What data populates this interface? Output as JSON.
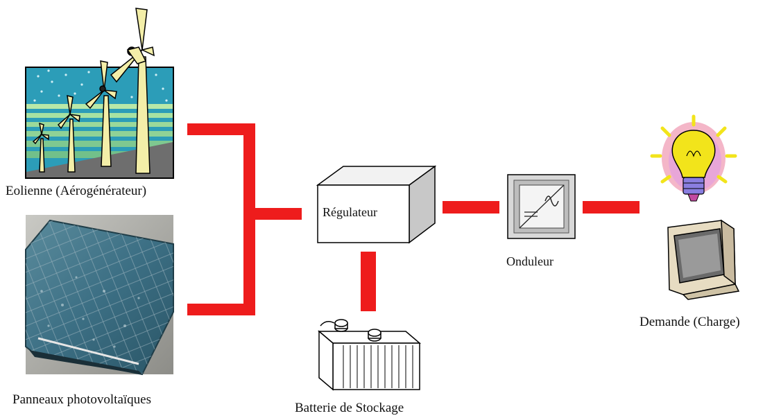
{
  "nodes": {
    "wind": {
      "label": "Eolienne (Aérogénérateur)"
    },
    "solar": {
      "label": "Panneaux photovoltaïques"
    },
    "regulator": {
      "label": "Régulateur"
    },
    "battery": {
      "label": "Batterie de Stockage"
    },
    "inverter": {
      "label": "Onduleur"
    },
    "load": {
      "label": "Demande (Charge)"
    }
  },
  "colors": {
    "link": "#ee1c1c",
    "sky": "#2c9db8",
    "stripe_light": "#b8e8a8",
    "stripe_dark": "#7fc890",
    "road": "#6e6e6e",
    "turbine": "#f3eea8",
    "panel": "#3c6f84",
    "bulb": "#f2e41b",
    "monitor": "#c9bba0"
  }
}
